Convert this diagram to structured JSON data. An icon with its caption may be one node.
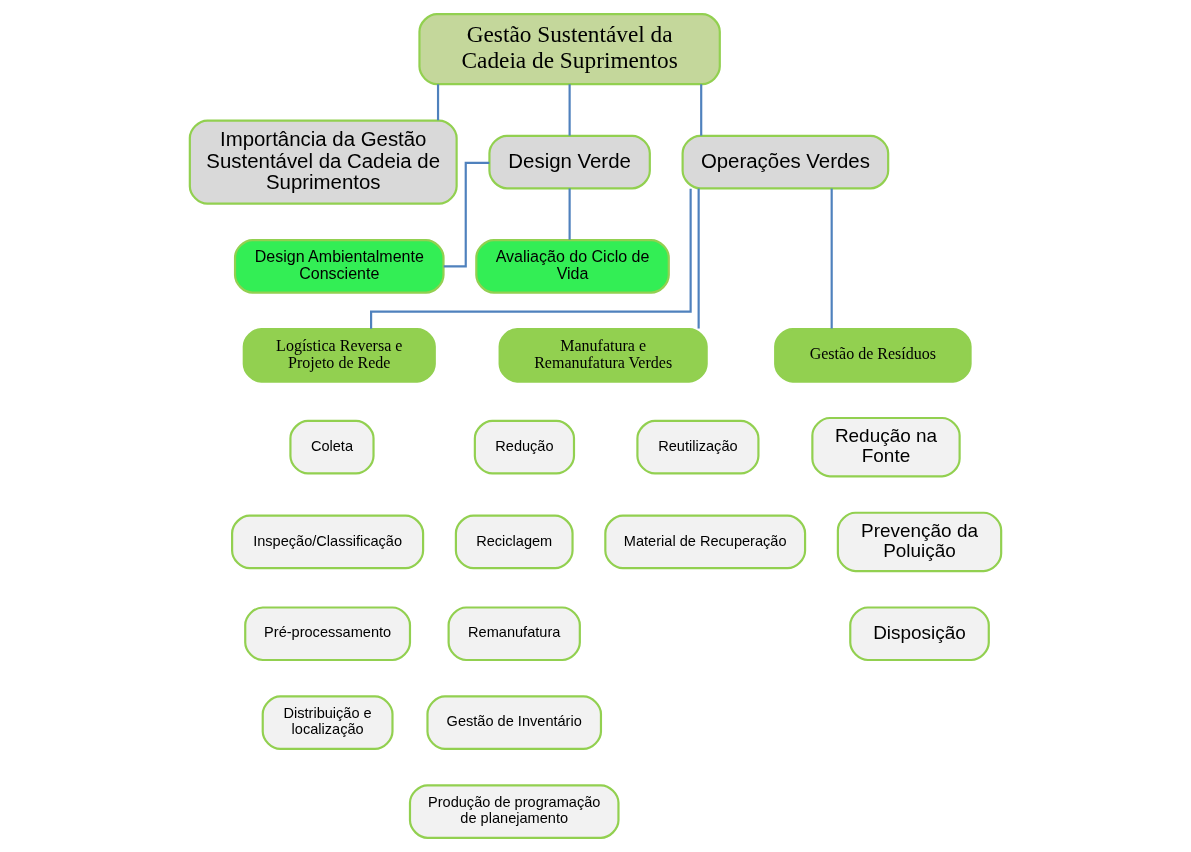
{
  "diagram": {
    "nodes": [
      {
        "text": [
          "Gestão Sustentável da Cadeia de Suprimentos"
        ]
      },
      {
        "text": [
          "Importância da Gestão Sustentável da Cadeia de Suprimentos"
        ]
      },
      {
        "text": [
          "Design Verde"
        ]
      },
      {
        "text": [
          "Operações Verdes"
        ]
      },
      {
        "text": [
          "Avaliação do Ciclo de Vida"
        ]
      },
      {
        "text": [
          "Design Ambientalmente Consciente"
        ]
      },
      {
        "text": [
          "Manufatura e Remanufatura Verdes"
        ]
      },
      {
        "text": [
          "Logística Reversa e Projeto de Rede"
        ]
      },
      {
        "text": [
          "Gestão de Resíduos"
        ]
      },
      {
        "text": [
          "Redução"
        ]
      },
      {
        "text": [
          "Reciclagem"
        ]
      },
      {
        "text": [
          "Remanufatura"
        ]
      },
      {
        "text": [
          "Gestão de Inventário"
        ]
      },
      {
        "text": [
          "Produção de programação de planejamento"
        ]
      },
      {
        "text": [
          "Reutilização"
        ]
      },
      {
        "text": [
          "Material de Recuperação"
        ]
      },
      {
        "text": [
          "Coleta"
        ]
      },
      {
        "text": [
          "Inspeção/Classificação"
        ]
      },
      {
        "text": [
          "Pré-processamento"
        ]
      },
      {
        "text": [
          "Distribuição e localização"
        ]
      },
      {
        "text": [
          "Redução na Fonte"
        ]
      },
      {
        "text": [
          "Prevenção da Poluição"
        ]
      },
      {
        "text": [
          "Disposição"
        ]
      }
    ],
    "edges": [
      {
        "from": 0,
        "to": 1,
        "arrow": "none"
      },
      {
        "from": 0,
        "to": 2,
        "arrow": "none"
      },
      {
        "from": 0,
        "to": 3,
        "arrow": "none"
      },
      {
        "from": 2,
        "to": 4,
        "arrow": "none"
      },
      {
        "from": 2,
        "to": 5,
        "arrow": "none"
      },
      {
        "from": 3,
        "to": 6,
        "arrow": "none"
      },
      {
        "from": 3,
        "to": 7,
        "arrow": "none"
      },
      {
        "from": 3,
        "to": 8,
        "arrow": "none"
      }
    ]
  }
}
